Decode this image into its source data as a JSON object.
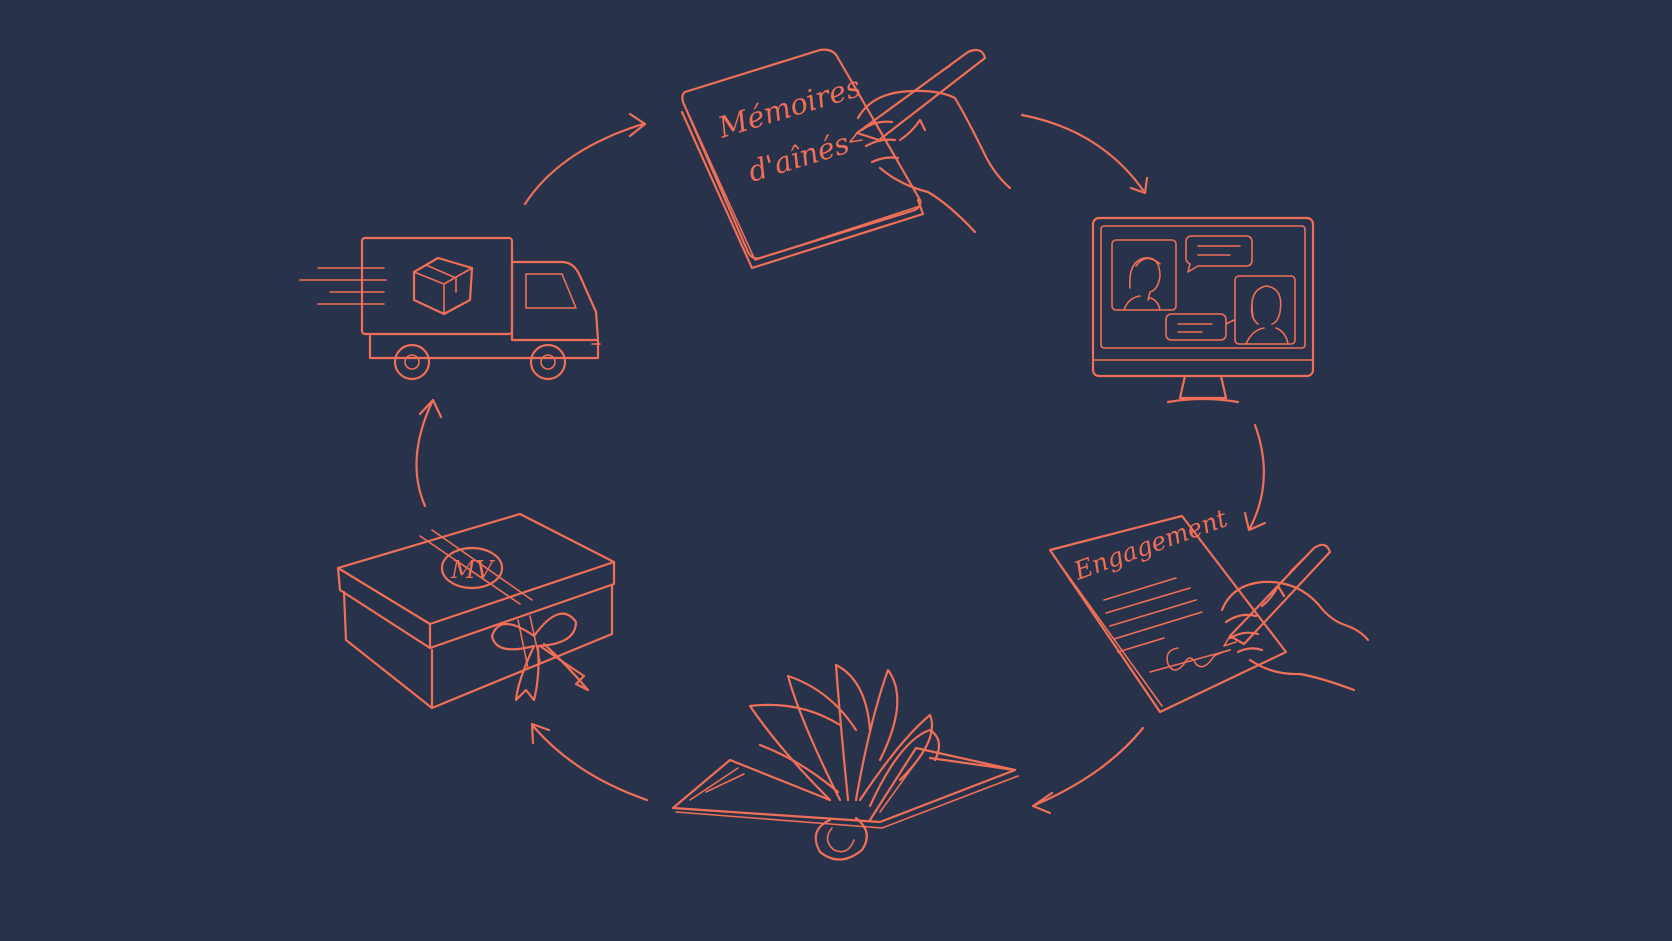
{
  "diagram": {
    "accent_color": "#ef6f58",
    "background_color": "#28324a",
    "steps": [
      {
        "id": "memoir-notebook",
        "icon": "notebook-writing-icon",
        "title_line1": "Mémoires",
        "title_line2": "d'aînés"
      },
      {
        "id": "video-call",
        "icon": "video-interview-monitor-icon"
      },
      {
        "id": "contract",
        "icon": "signed-contract-icon",
        "title": "Engagement"
      },
      {
        "id": "printed-book",
        "icon": "open-book-icon"
      },
      {
        "id": "gift-box",
        "icon": "gift-box-icon",
        "monogram": "MV"
      },
      {
        "id": "delivery-truck",
        "icon": "delivery-truck-icon"
      }
    ]
  }
}
